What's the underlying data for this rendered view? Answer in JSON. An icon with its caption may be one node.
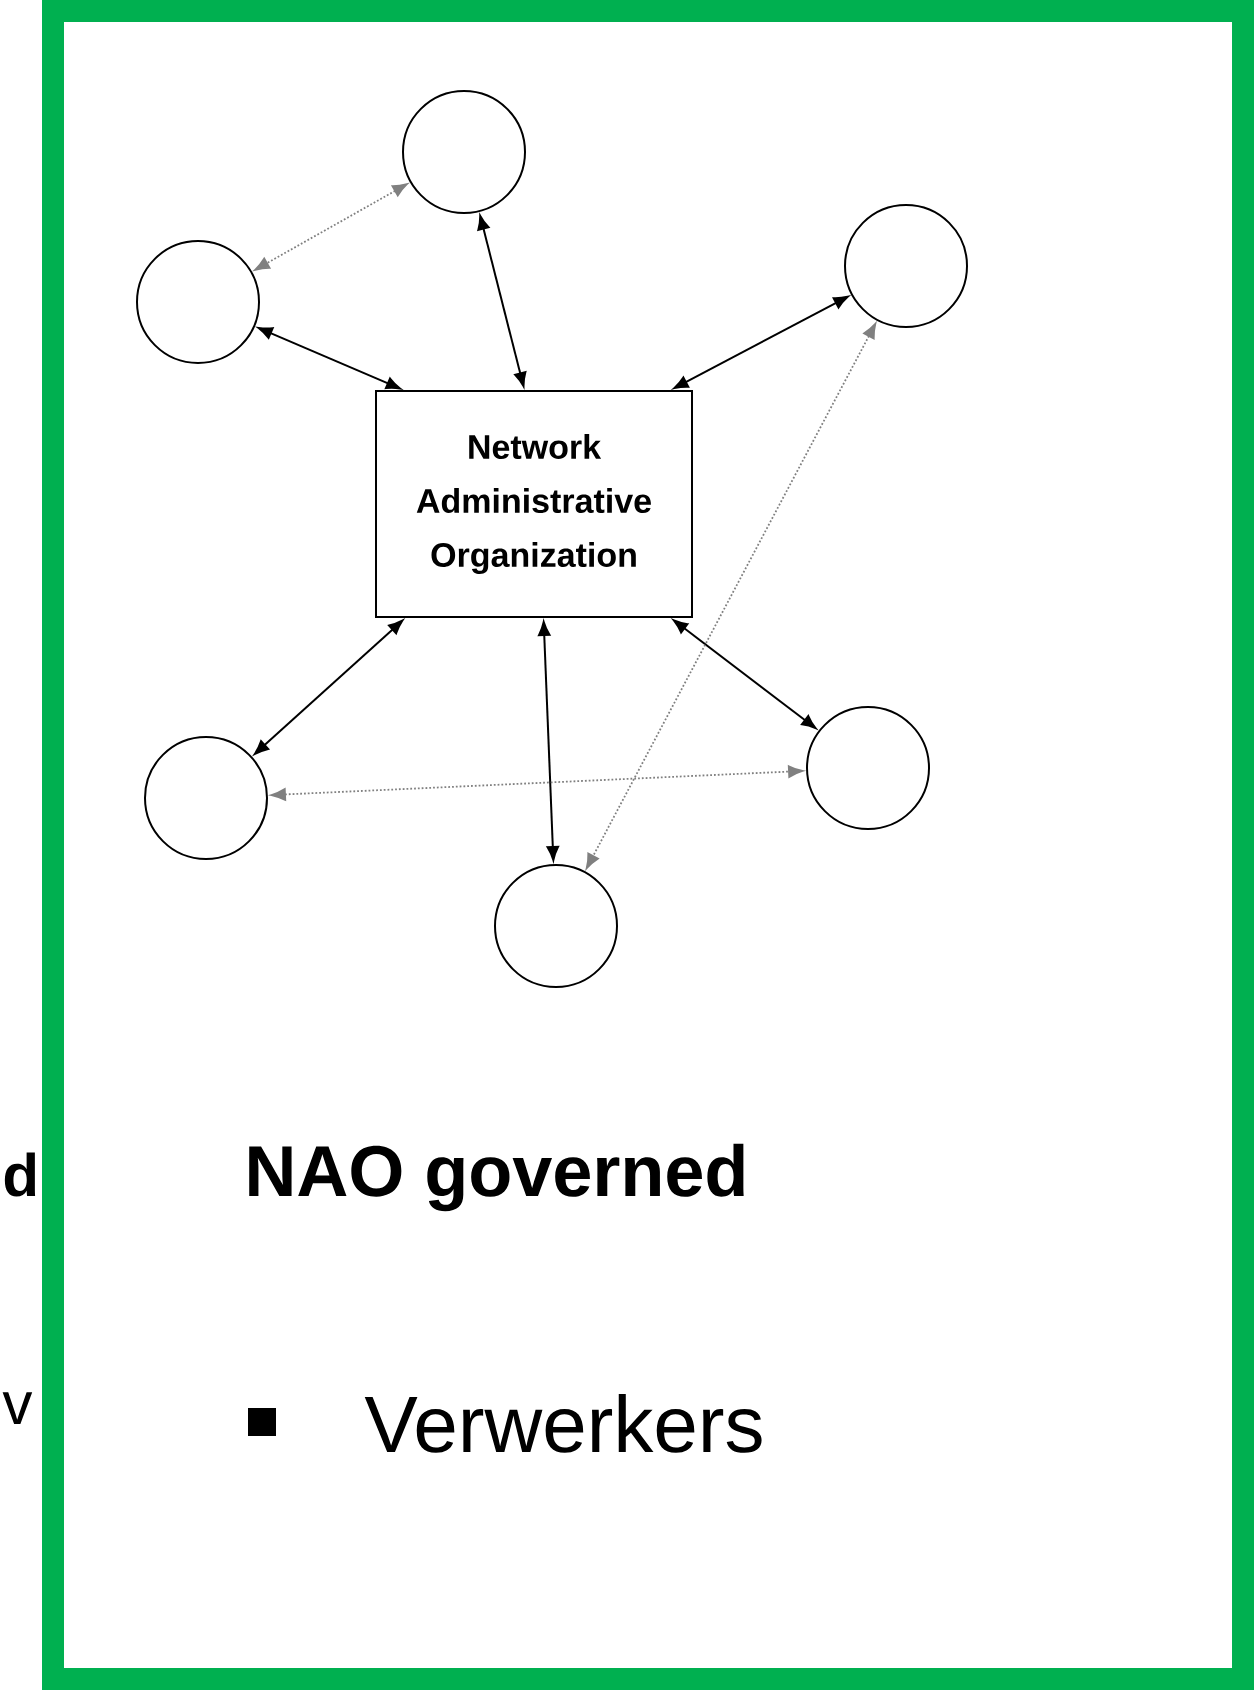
{
  "diagram": {
    "nodes": [
      {
        "text": [
          "Network Administrative Organization"
        ]
      },
      {
        "text": [],
        "shape": "circle"
      },
      {
        "text": [],
        "shape": "circle"
      },
      {
        "text": [],
        "shape": "circle"
      },
      {
        "text": [],
        "shape": "circle"
      },
      {
        "text": [],
        "shape": "circle"
      },
      {
        "text": [],
        "shape": "circle"
      }
    ],
    "edges": [
      {
        "from": 0,
        "to": 1,
        "arrow": "both"
      },
      {
        "from": 0,
        "to": 2,
        "arrow": "both"
      },
      {
        "from": 0,
        "to": 3,
        "arrow": "both"
      },
      {
        "from": 0,
        "to": 4,
        "arrow": "both"
      },
      {
        "from": 0,
        "to": 5,
        "arrow": "both"
      },
      {
        "from": 0,
        "to": 6,
        "arrow": "both"
      },
      {
        "from": 1,
        "to": 2,
        "arrow": "both",
        "style": "dashed",
        "color": "#808080"
      },
      {
        "from": 4,
        "to": 5,
        "arrow": "both",
        "style": "dashed",
        "color": "#808080"
      },
      {
        "from": 3,
        "to": 6,
        "arrow": "both",
        "style": "dashed",
        "color": "#808080"
      }
    ],
    "labels": [
      "d",
      "NAO governed",
      "v",
      "Verwerkers"
    ]
  }
}
